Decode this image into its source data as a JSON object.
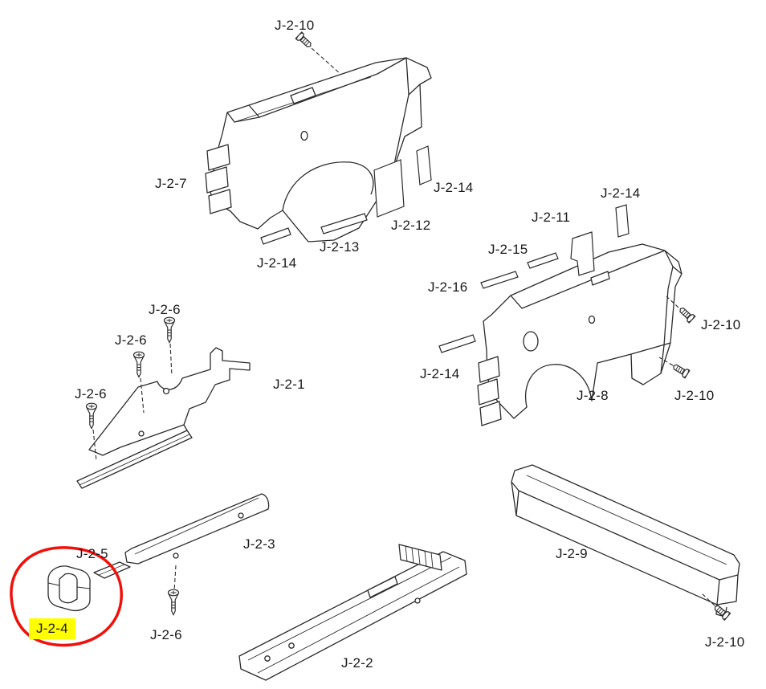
{
  "diagram": {
    "type": "exploded-parts-diagram",
    "labels": [
      {
        "text": "J-2-10"
      },
      {
        "text": "J-2-7"
      },
      {
        "text": "J-2-14"
      },
      {
        "text": "J-2-12"
      },
      {
        "text": "J-2-13"
      },
      {
        "text": "J-2-14"
      },
      {
        "text": "J-2-14"
      },
      {
        "text": "J-2-11"
      },
      {
        "text": "J-2-15"
      },
      {
        "text": "J-2-16"
      },
      {
        "text": "J-2-10"
      },
      {
        "text": "J-2-6"
      },
      {
        "text": "J-2-6"
      },
      {
        "text": "J-2-1"
      },
      {
        "text": "J-2-6"
      },
      {
        "text": "J-2-14"
      },
      {
        "text": "J-2-8"
      },
      {
        "text": "J-2-10"
      },
      {
        "text": "J-2-5"
      },
      {
        "text": "J-2-3"
      },
      {
        "text": "J-2-9"
      },
      {
        "text": "J-2-4",
        "highlighted": true
      },
      {
        "text": "J-2-6"
      },
      {
        "text": "J-2-2"
      },
      {
        "text": "J-2-10"
      }
    ],
    "highlight": {
      "part": "J-2-4",
      "circle_color": "#f2100a",
      "label_background": "#ffff00"
    }
  }
}
